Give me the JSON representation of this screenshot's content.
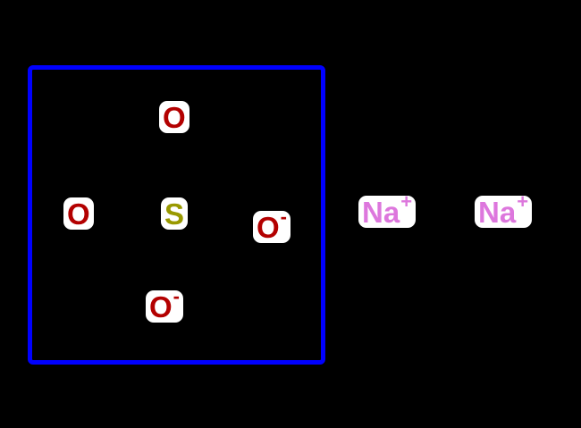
{
  "molecule": {
    "atoms": {
      "sulfur": {
        "symbol": "S",
        "color": "#999900"
      },
      "oxygen_top": {
        "symbol": "O",
        "color": "#b30000"
      },
      "oxygen_left": {
        "symbol": "O",
        "color": "#b30000"
      },
      "oxygen_right": {
        "symbol": "O",
        "charge": "-",
        "color": "#b30000"
      },
      "oxygen_bottom": {
        "symbol": "O",
        "charge": "-",
        "color": "#b30000"
      }
    },
    "selection_box_color": "#0000ff"
  },
  "ions": [
    {
      "symbol": "Na",
      "charge": "+",
      "color": "#dd77dd"
    },
    {
      "symbol": "Na",
      "charge": "+",
      "color": "#dd77dd"
    }
  ],
  "background": "#000000"
}
